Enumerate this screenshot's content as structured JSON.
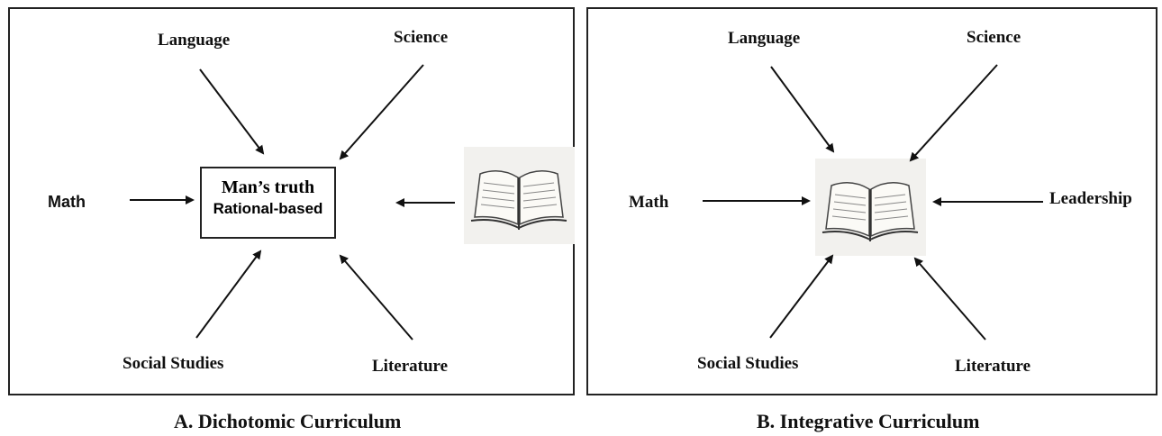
{
  "panel_a": {
    "nodes": {
      "language": "Language",
      "science": "Science",
      "math": "Math",
      "social_studies": "Social Studies",
      "literature": "Literature"
    },
    "center_line1": "Man’s truth",
    "center_line2": "Rational-based",
    "caption": "A. Dichotomic Curriculum",
    "icon": "open-book-icon"
  },
  "panel_b": {
    "nodes": {
      "language": "Language",
      "science": "Science",
      "math": "Math",
      "leadership": "Leadership",
      "social_studies": "Social Studies",
      "literature": "Literature"
    },
    "caption": "B. Integrative Curriculum",
    "icon": "open-book-icon"
  }
}
